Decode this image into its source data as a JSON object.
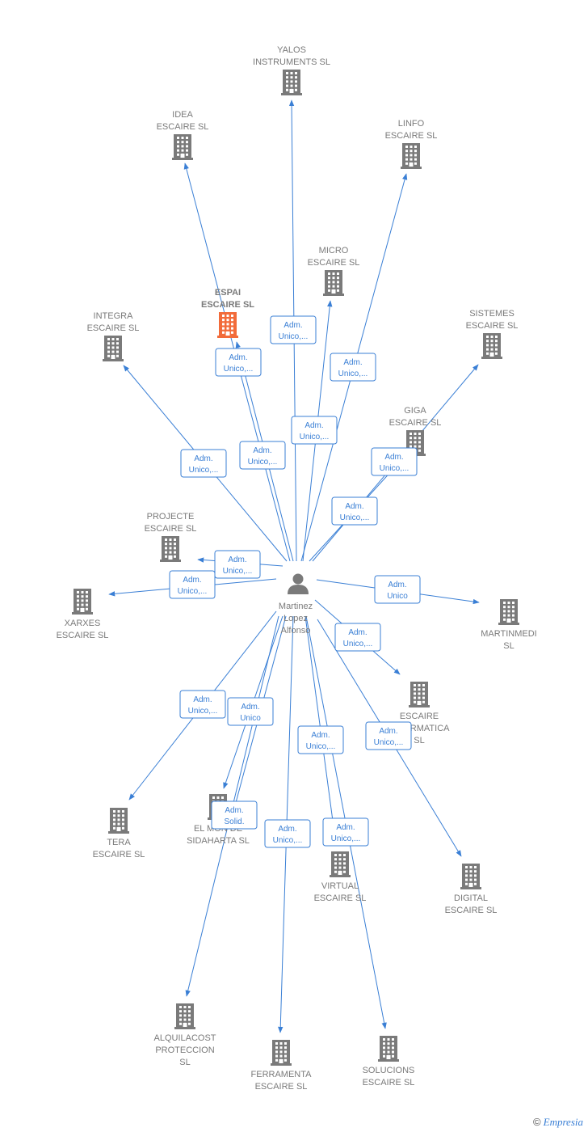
{
  "center": {
    "id": "person",
    "lines": [
      "Martinez",
      "Lopez",
      "Alfonso"
    ]
  },
  "nodes": [
    {
      "id": "yalos",
      "lines": [
        "YALOS",
        "INSTRUMENTS SL"
      ]
    },
    {
      "id": "idea",
      "lines": [
        "IDEA",
        "ESCAIRE SL"
      ]
    },
    {
      "id": "linfo",
      "lines": [
        "LINFO",
        "ESCAIRE SL"
      ]
    },
    {
      "id": "micro",
      "lines": [
        "MICRO",
        "ESCAIRE SL"
      ]
    },
    {
      "id": "espai",
      "lines": [
        "ESPAI",
        "ESCAIRE SL"
      ],
      "highlight": true
    },
    {
      "id": "integra",
      "lines": [
        "INTEGRA",
        "ESCAIRE SL"
      ]
    },
    {
      "id": "sistemes",
      "lines": [
        "SISTEMES",
        "ESCAIRE SL"
      ]
    },
    {
      "id": "giga",
      "lines": [
        "GIGA",
        "ESCAIRE SL"
      ]
    },
    {
      "id": "projecte",
      "lines": [
        "PROJECTE",
        "ESCAIRE SL"
      ]
    },
    {
      "id": "xarxes",
      "lines": [
        "XARXES",
        "ESCAIRE SL"
      ]
    },
    {
      "id": "martinmedi",
      "lines": [
        "MARTINMEDI",
        "SL"
      ]
    },
    {
      "id": "informatica",
      "lines": [
        "ESCAIRE",
        "INFORMATICA",
        "SL"
      ]
    },
    {
      "id": "tera",
      "lines": [
        "TERA",
        "ESCAIRE SL"
      ]
    },
    {
      "id": "elmon",
      "lines": [
        "EL MON DE",
        "SIDAHARTA SL"
      ]
    },
    {
      "id": "virtual",
      "lines": [
        "VIRTUAL",
        "ESCAIRE SL"
      ]
    },
    {
      "id": "digital",
      "lines": [
        "DIGITAL",
        "ESCAIRE SL"
      ]
    },
    {
      "id": "alquilacost",
      "lines": [
        "ALQUILACOST",
        "PROTECCION",
        "SL"
      ]
    },
    {
      "id": "ferramenta",
      "lines": [
        "FERRAMENTA",
        "ESCAIRE SL"
      ]
    },
    {
      "id": "solucions",
      "lines": [
        "SOLUCIONS",
        "ESCAIRE SL"
      ]
    }
  ],
  "edges": [
    {
      "to": "yalos",
      "label": [
        "Adm.",
        "Unico,..."
      ]
    },
    {
      "to": "idea",
      "label": [
        "Adm.",
        "Unico,..."
      ]
    },
    {
      "to": "linfo",
      "label": [
        "Adm.",
        "Unico,..."
      ]
    },
    {
      "to": "micro",
      "label": [
        "Adm.",
        "Unico,..."
      ]
    },
    {
      "to": "espai",
      "label": [
        "Adm.",
        "Unico,..."
      ]
    },
    {
      "to": "integra",
      "label": [
        "Adm.",
        "Unico,..."
      ]
    },
    {
      "to": "sistemes",
      "label": [
        "Adm.",
        "Unico,..."
      ]
    },
    {
      "to": "giga",
      "label": [
        "Adm.",
        "Unico,..."
      ]
    },
    {
      "to": "projecte",
      "label": [
        "Adm.",
        "Unico,..."
      ]
    },
    {
      "to": "xarxes",
      "label": [
        "Adm.",
        "Unico,..."
      ]
    },
    {
      "to": "martinmedi",
      "label": [
        "Adm.",
        "Unico"
      ]
    },
    {
      "to": "informatica",
      "label": [
        "Adm.",
        "Unico,..."
      ]
    },
    {
      "to": "tera",
      "label": [
        "Adm.",
        "Unico,..."
      ]
    },
    {
      "to": "elmon",
      "label": [
        "Adm.",
        "Unico"
      ]
    },
    {
      "to": "elmon",
      "label": [
        "Adm.",
        "Solid."
      ]
    },
    {
      "to": "virtual",
      "label": [
        "Adm.",
        "Unico,..."
      ]
    },
    {
      "to": "digital",
      "label": [
        "Adm.",
        "Unico,..."
      ]
    },
    {
      "to": "alquilacost",
      "label": [
        "Adm.",
        "Unico,..."
      ]
    },
    {
      "to": "ferramenta",
      "label": [
        "Adm.",
        "Unico,..."
      ]
    },
    {
      "to": "solucions",
      "label": [
        "Adm.",
        "Unico,..."
      ]
    }
  ],
  "colors": {
    "edge": "#3a7fd5",
    "building": "#7a7a7a",
    "highlight": "#f26b3a",
    "person": "#7a7a7a"
  },
  "watermark": {
    "symbol": "©",
    "text": "Empresia"
  }
}
